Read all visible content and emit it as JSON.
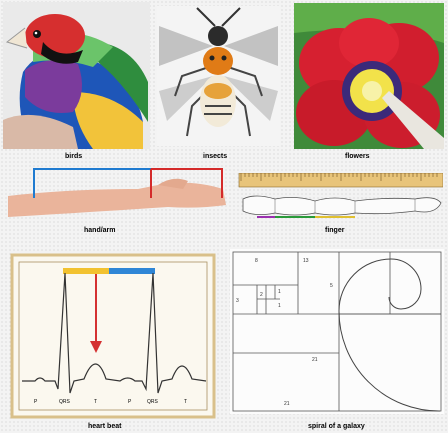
{
  "captions": {
    "birds": "birds",
    "insects": "insects",
    "flowers": "flowers",
    "hand_arm": "hand/arm",
    "finger": "finger",
    "heart_beat": "heart beat",
    "galaxy": "spiral of a galaxy"
  },
  "ecg_labels": [
    "P",
    "QRS",
    "T",
    "P",
    "QRS",
    "T"
  ],
  "fib_labels": [
    "8",
    "13",
    "3",
    "2",
    "1",
    "1",
    "5",
    "21",
    "21"
  ],
  "colors": {
    "ruler_blue": "#1f7bd0",
    "ruler_red": "#d42a2a",
    "ecg_yellow": "#f2c230",
    "ecg_blue": "#2f86d6",
    "ecg_arrow": "#d43131",
    "ecg_frame": "#d9c08a"
  }
}
